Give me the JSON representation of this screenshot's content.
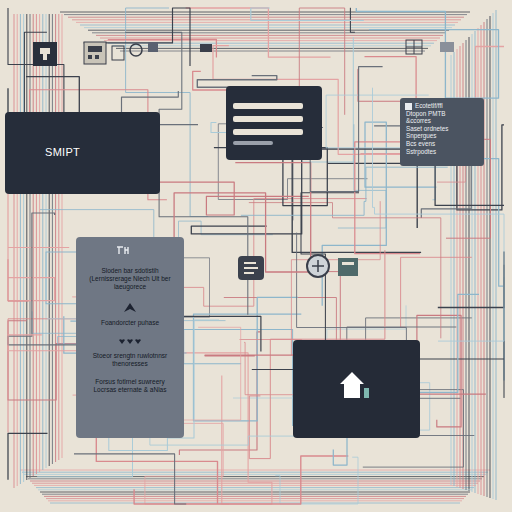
{
  "diagram": {
    "nodes": [
      {
        "text": [
          "SMIPT"
        ]
      },
      {
        "text": [
          "Ecotetlf/ffl",
          "Dtopon PMTB",
          "&ccorres",
          "Saset ordnetes",
          "Snpergues",
          "Bcs evens",
          "Sstrpodtes"
        ]
      },
      {
        "text": [
          "Sloden bar sdotistih (Lernissrerage Nlech Ult ber laeugorece",
          "Foandorcter puhase",
          "Stoeor srengtn ruwlotnnsr thenoresses",
          "Forsus fotlrnel suwreery Locrsas eternate & aNlas"
        ]
      }
    ]
  }
}
